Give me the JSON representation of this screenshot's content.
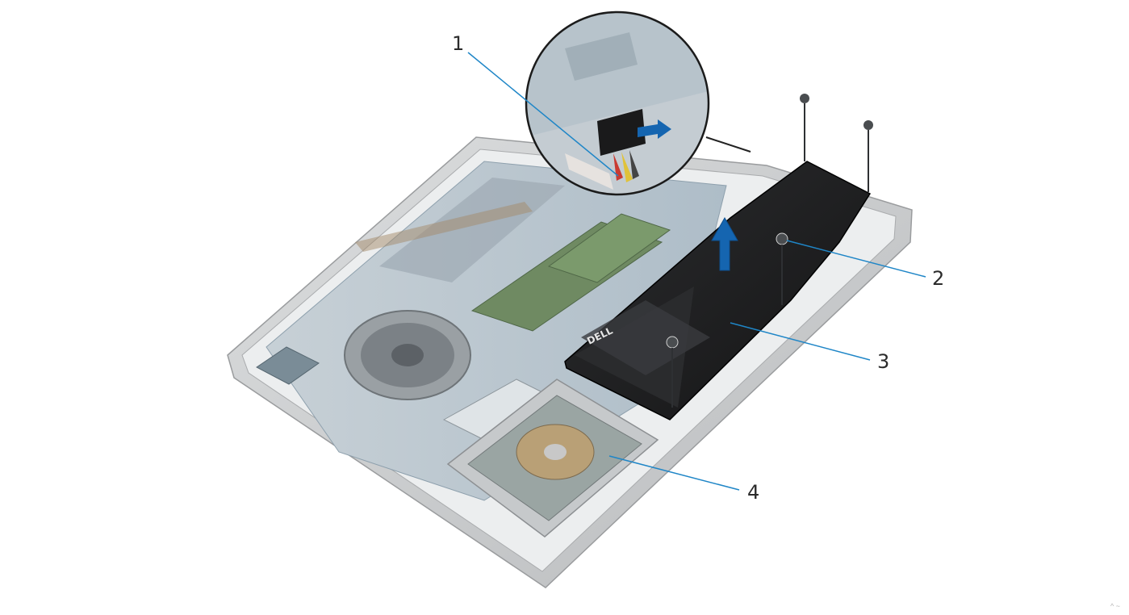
{
  "callouts": [
    {
      "id": "1",
      "label": "1",
      "part": "battery cable"
    },
    {
      "id": "2",
      "label": "2",
      "part": "screws"
    },
    {
      "id": "3",
      "label": "3",
      "part": "battery"
    },
    {
      "id": "4",
      "label": "4",
      "part": "hard-drive assembly"
    }
  ],
  "battery_brand": "DELL",
  "corner_mark": "^ ~",
  "colors": {
    "leader_line": "#1f86c7",
    "arrow": "#1565b0",
    "battery": "#1e1e1f",
    "chassis": "#c8cacb",
    "board": "#b9c6cf"
  }
}
